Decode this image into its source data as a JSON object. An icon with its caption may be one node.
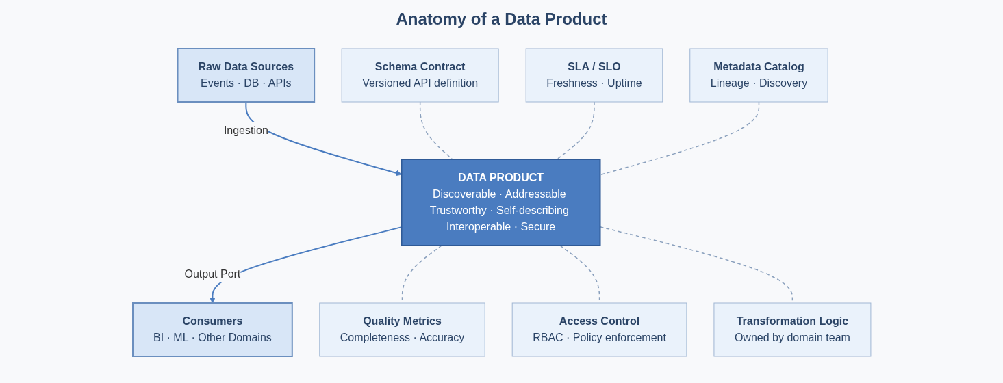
{
  "diagram": {
    "title": "Anatomy of a Data Product",
    "nodes": [
      {
        "text": [
          "Schema Contract",
          "Versioned API definition"
        ]
      },
      {
        "text": [
          "SLA / SLO",
          "Freshness · Uptime"
        ]
      },
      {
        "text": [
          "Metadata Catalog",
          "Lineage · Discovery"
        ]
      },
      {
        "text": [
          "Raw Data Sources",
          "Events · DB · APIs"
        ]
      },
      {
        "text": [
          "DATA PRODUCT",
          "Discoverable · Addressable Trustworthy · Self-describing Interoperable · Secure"
        ]
      },
      {
        "text": [
          "Consumers",
          "BI · ML · Other Domains"
        ]
      },
      {
        "text": [
          "Quality Metrics",
          "Completeness · Accuracy"
        ]
      },
      {
        "text": [
          "Access Control",
          "RBAC · Policy enforcement"
        ]
      },
      {
        "text": [
          "Transformation Logic",
          "Owned by domain team"
        ]
      }
    ],
    "edges": [
      {
        "from": 3,
        "to": 4,
        "arrow": "to",
        "label": "Ingestion",
        "color": "#4a7cc0"
      },
      {
        "from": 4,
        "to": 5,
        "arrow": "to",
        "label": "Output Port",
        "color": "#4a7cc0"
      },
      {
        "from": 0,
        "to": 4,
        "arrow": "none",
        "style": "dashed"
      },
      {
        "from": 1,
        "to": 4,
        "arrow": "none",
        "style": "dashed"
      },
      {
        "from": 2,
        "to": 4,
        "arrow": "none",
        "style": "dashed"
      },
      {
        "from": 4,
        "to": 6,
        "arrow": "none",
        "style": "dashed"
      },
      {
        "from": 4,
        "to": 7,
        "arrow": "none",
        "style": "dashed"
      },
      {
        "from": 4,
        "to": 8,
        "arrow": "none",
        "style": "dashed"
      }
    ]
  }
}
